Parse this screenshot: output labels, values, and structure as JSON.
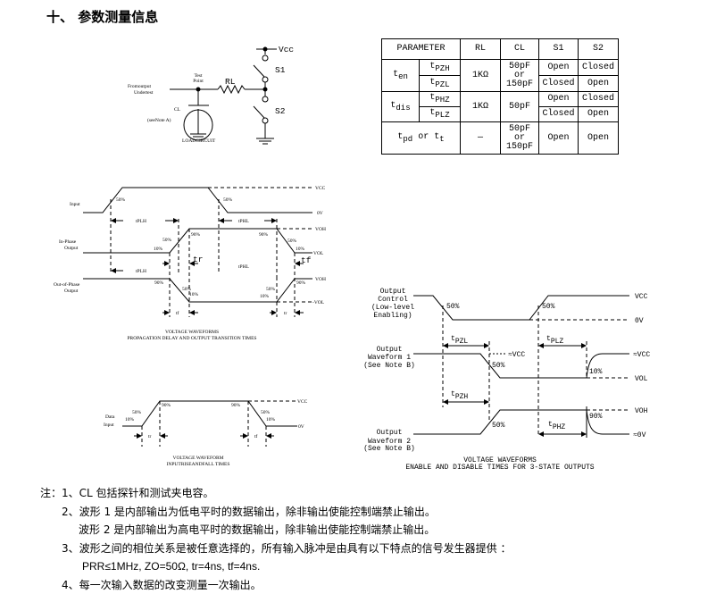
{
  "section_title": "十、 参数测量信息",
  "load_circuit": {
    "vcc": "Vcc",
    "s1": "S1",
    "s2": "S2",
    "rl": "RL",
    "from_output_1": "Fromoutput",
    "from_output_2": "Undertest",
    "test_point_1": "Test",
    "test_point_2": "Point",
    "cl": "CL",
    "see_note": "(seeNote A)",
    "caption": "LOADCIRCUIT"
  },
  "param_table": {
    "headers": [
      "PARAMETER",
      "RL",
      "CL",
      "S1",
      "S2"
    ],
    "ten": {
      "t": "t",
      "sub": "en",
      "rl": "1KΩ",
      "cl": [
        "50pF",
        "or",
        "150pF"
      ],
      "rows": [
        {
          "t": "t",
          "sub": "PZH",
          "s1": "Open",
          "s2": "Closed"
        },
        {
          "t": "t",
          "sub": "PZL",
          "s1": "Closed",
          "s2": "Open"
        }
      ]
    },
    "tdis": {
      "t": "t",
      "sub": "dis",
      "rl": "1KΩ",
      "cl": "50pF",
      "rows": [
        {
          "t": "t",
          "sub": "PHZ",
          "s1": "Open",
          "s2": "Closed"
        },
        {
          "t": "t",
          "sub": "PLZ",
          "s1": "Closed",
          "s2": "Open"
        }
      ]
    },
    "tpd": {
      "t1": "t",
      "sub1": "pd",
      "or": " or ",
      "t2": "t",
      "sub2": "t",
      "rl": "—",
      "cl": [
        "50pF",
        "or",
        "150pF"
      ],
      "s1": "Open",
      "s2": "Open"
    }
  },
  "prop_delay": {
    "input": "Input",
    "in_phase_1": "In-Phase",
    "in_phase_2": "Output",
    "out_phase_1": "Out-of-Phase",
    "out_phase_2": "Output",
    "vcc": "VCC",
    "ov": "0V",
    "voh": "VOH",
    "vol": "VOL",
    "vol2": "-VOL",
    "p50": "50%",
    "p10": "10%",
    "p90": "90%",
    "tplh": "tPLH",
    "tphl": "tPHL",
    "tr": "tr",
    "tf": "tf",
    "tr_small": "tr",
    "tf_small": "tf",
    "caption_1": "VOLTAGE WAVEFORMS",
    "caption_2": "PROPAGATION DELAY AND OUTPUT TRANSITION TIMES"
  },
  "input_rise_fall": {
    "data_input_1": "Data",
    "data_input_2": "Input",
    "vcc": "VCC",
    "ov": "0V",
    "p50": "50%",
    "p10": "10%",
    "p90": "90%",
    "tr": "tr",
    "tf": "tf",
    "caption_1": "VOLTAGE WAVEFORM",
    "caption_2": "INPUTRISEANDFALL TIMES"
  },
  "enable_disable": {
    "control_1": "Output",
    "control_2": "Control",
    "control_3": "(Low-level",
    "control_4": "Enabling)",
    "wf1_1": "Output",
    "wf1_2": "Waveform 1",
    "wf1_3": "(See Note B)",
    "wf2_1": "Output",
    "wf2_2": "Waveform 2",
    "wf2_3": "(See Note B)",
    "vcc": "VCC",
    "ov": "0V",
    "approx_vcc": "≈VCC",
    "vol": "VOL",
    "voh": "VOH",
    "approx_0v": "≈0V",
    "p50": "50%",
    "p10": "10%",
    "p90": "90%",
    "t": "t",
    "pzl": "PZL",
    "plz": "PLZ",
    "pzh": "PZH",
    "phz": "PHZ",
    "caption_1": "VOLTAGE WAVEFORMS",
    "caption_2": "ENABLE AND DISABLE TIMES FOR 3-STATE OUTPUTS"
  },
  "notes": {
    "n1": "注：1、CL 包括探针和测试夹电容。",
    "n2": "2、波形 1 是内部输出为低电平时的数据输出，除非输出使能控制端禁止输出。",
    "n2b": "波形 2 是内部输出为高电平时的数据输出，除非输出使能控制端禁止输出。",
    "n3": "3、波形之间的相位关系是被任意选择的，所有输入脉冲是由具有以下特点的信号发生器提供 ：",
    "n3b": "PRR≤1MHz, ZO=50Ω, tr=4ns, tf=4ns.",
    "n4": "4、每一次输入数据的改变测量一次输出。"
  }
}
